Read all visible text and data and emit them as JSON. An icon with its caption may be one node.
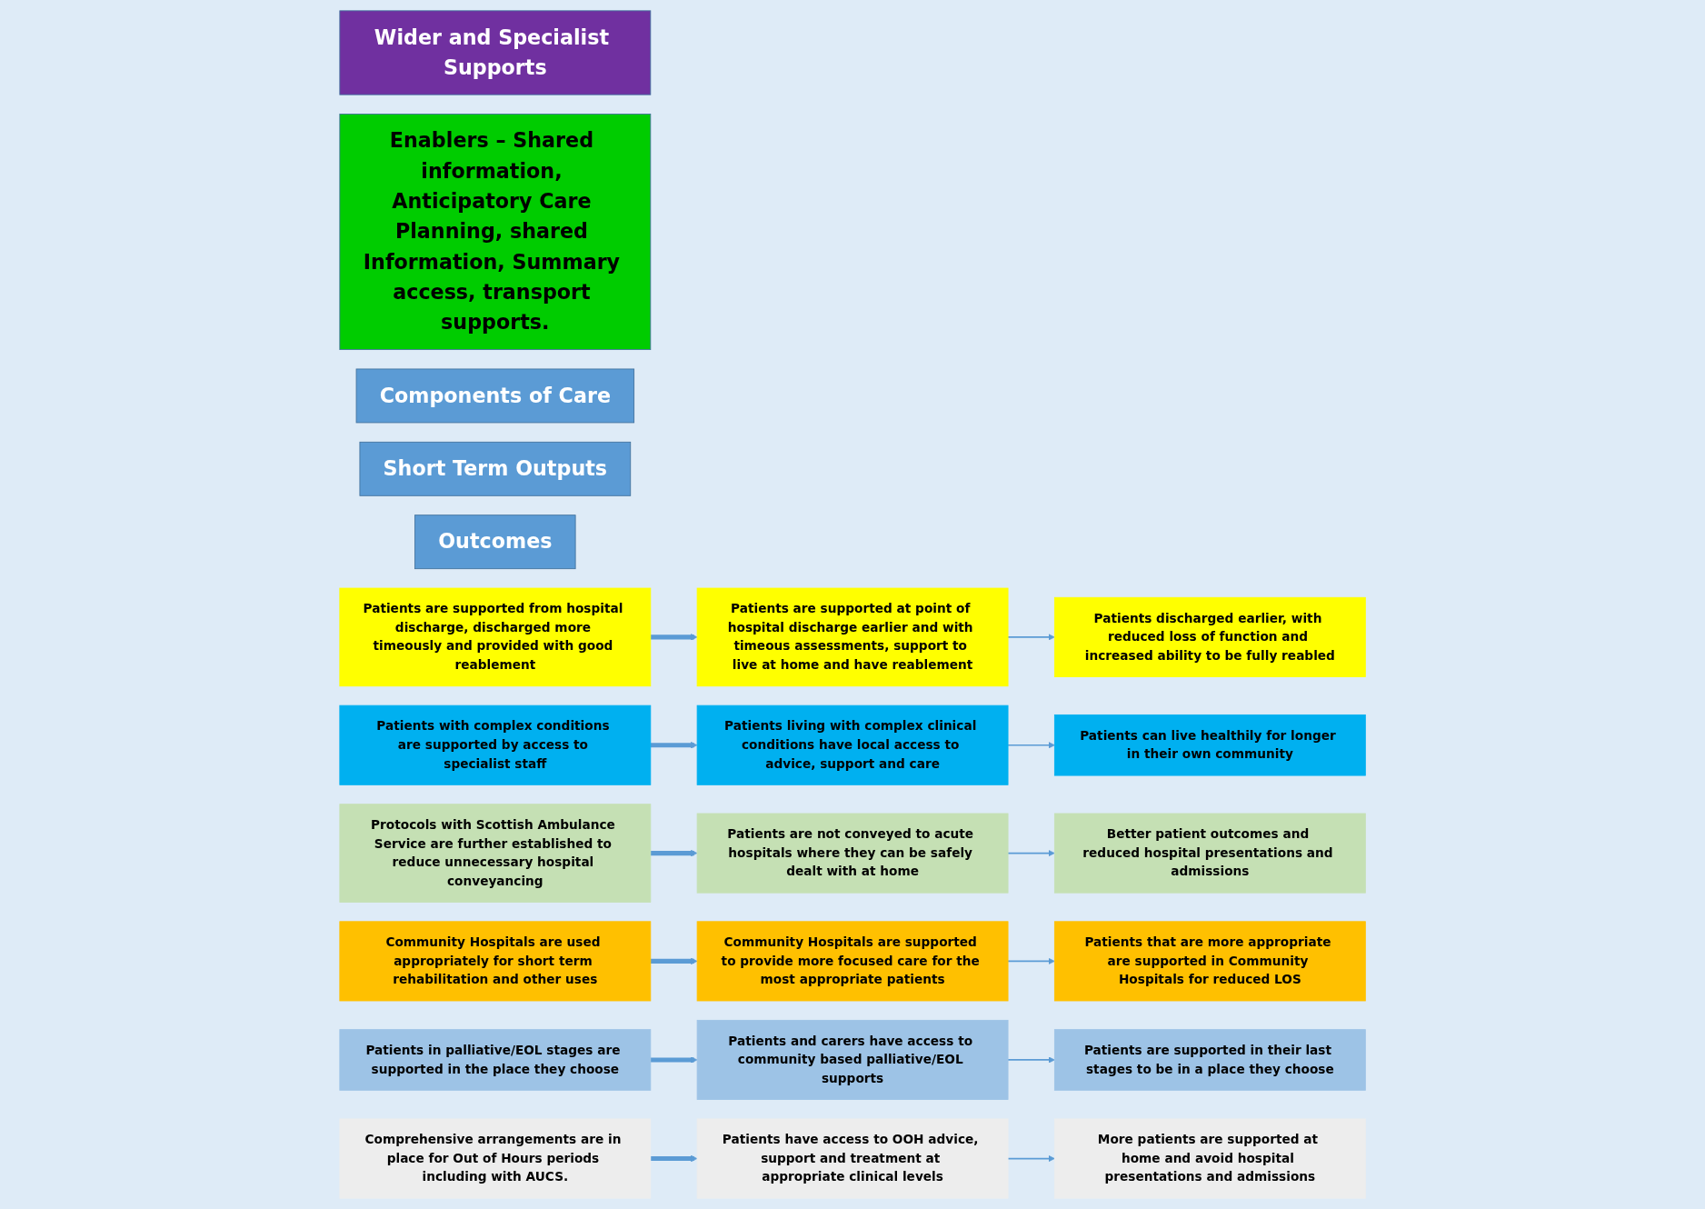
{
  "diagram": {
    "nodes": [
      {
        "text": [
          "Wider and Specialist Supports"
        ]
      },
      {
        "text": [
          "Enablers – Shared information, Anticipatory Care Planning, shared Information, Summary access, transport supports."
        ]
      },
      {
        "text": [
          "Components of Care"
        ]
      },
      {
        "text": [
          "Short Term Outputs"
        ]
      },
      {
        "text": [
          "Outcomes"
        ]
      },
      {
        "text": [
          "Patients are supported from hospital discharge, discharged more timeously and provided with good reablement"
        ]
      },
      {
        "text": [
          "Patients are supported at point of hospital discharge earlier and with timeous assessments, support to live at home and have reablement"
        ]
      },
      {
        "text": [
          "Patients discharged earlier, with reduced loss of function and increased ability to be fully reabled"
        ]
      },
      {
        "text": [
          "Patients with complex conditions are supported by access to specialist staff"
        ]
      },
      {
        "text": [
          "Patients living with complex clinical conditions have local access to advice, support and care"
        ]
      },
      {
        "text": [
          "Patients can live healthily for longer in their own community"
        ]
      },
      {
        "text": [
          "Protocols with Scottish Ambulance Service are further established to reduce unnecessary hospital conveyancing"
        ]
      },
      {
        "text": [
          "Patients are not conveyed to acute hospitals where they can be safely dealt with at home"
        ]
      },
      {
        "text": [
          "Better patient outcomes and reduced hospital presentations and admissions"
        ]
      },
      {
        "text": [
          "Community Hospitals are used appropriately for short term rehabilitation and other uses"
        ]
      },
      {
        "text": [
          "Community Hospitals are supported to provide more focused care for the most appropriate patients"
        ]
      },
      {
        "text": [
          "Patients that are more appropriate are supported in Community Hospitals for reduced LOS"
        ]
      },
      {
        "text": [
          "Patients in palliative/EOL stages are supported in the place they choose"
        ]
      },
      {
        "text": [
          "Patients and carers have access to community based palliative/EOL supports"
        ]
      },
      {
        "text": [
          "Patients are supported in their last stages to be in a place they choose"
        ]
      },
      {
        "text": [
          "Comprehensive arrangements are in place for Out of Hours periods including with AUCS."
        ]
      },
      {
        "text": [
          "Patients have access to OOH advice, support and treatment at appropriate clinical levels"
        ]
      },
      {
        "text": [
          "More patients are supported at home and avoid hospital presentations and admissions"
        ]
      }
    ],
    "edges": [
      {
        "from": 5,
        "to": 6,
        "arrow": "to",
        "style": "thick"
      },
      {
        "from": 6,
        "to": 7,
        "arrow": "to"
      },
      {
        "from": 8,
        "to": 9,
        "arrow": "to",
        "style": "thick"
      },
      {
        "from": 9,
        "to": 10,
        "arrow": "to"
      },
      {
        "from": 11,
        "to": 12,
        "arrow": "to",
        "style": "thick"
      },
      {
        "from": 12,
        "to": 13,
        "arrow": "to"
      },
      {
        "from": 14,
        "to": 15,
        "arrow": "to",
        "style": "thick"
      },
      {
        "from": 15,
        "to": 16,
        "arrow": "to"
      },
      {
        "from": 17,
        "to": 18,
        "arrow": "to",
        "style": "thick"
      },
      {
        "from": 18,
        "to": 19,
        "arrow": "to"
      },
      {
        "from": 20,
        "to": 21,
        "arrow": "to",
        "style": "thick"
      },
      {
        "from": 21,
        "to": 22,
        "arrow": "to"
      }
    ]
  }
}
